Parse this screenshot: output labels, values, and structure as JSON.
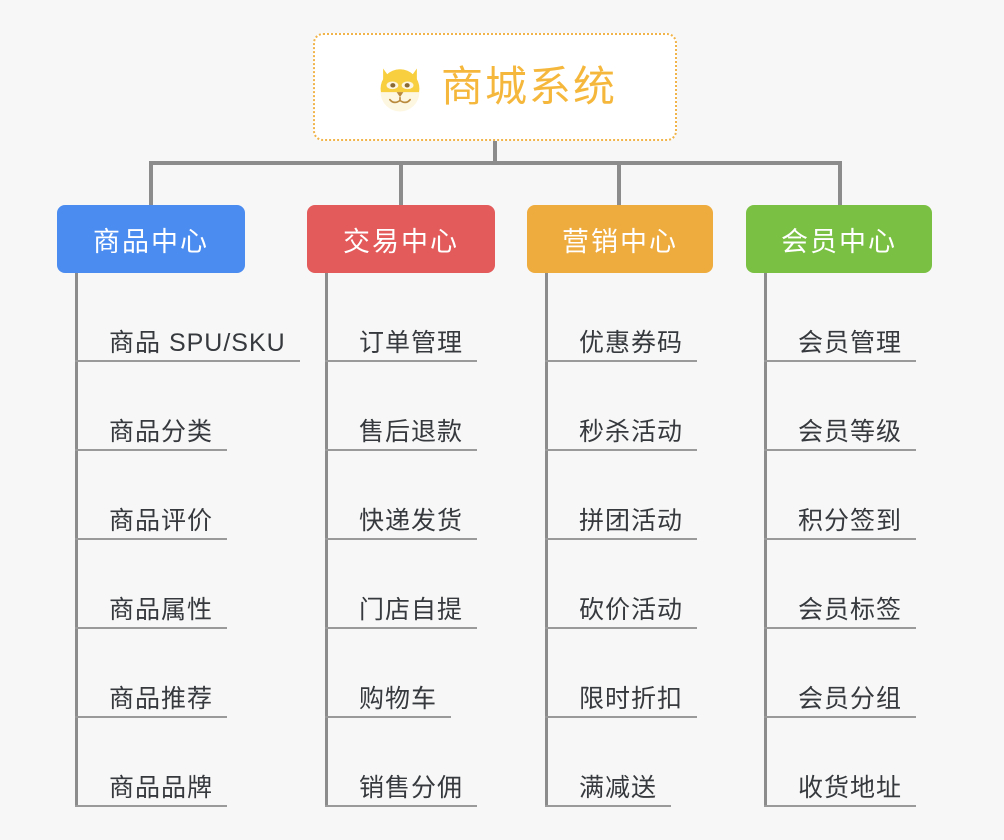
{
  "diagram": {
    "type": "mindmap",
    "background_color": "#f7f7f7",
    "root": {
      "title": "商城系统",
      "icon": "dog-face-emoji",
      "text_color": "#f5b83d",
      "border_color": "#f0b44a"
    },
    "connector_color": "#8c8c8c",
    "categories": [
      {
        "label": "商品中心",
        "color": "#4a8cf0",
        "leaves": [
          "商品 SPU/SKU",
          "商品分类",
          "商品评价",
          "商品属性",
          "商品推荐",
          "商品品牌"
        ]
      },
      {
        "label": "交易中心",
        "color": "#e35b5b",
        "leaves": [
          "订单管理",
          "售后退款",
          "快递发货",
          "门店自提",
          "购物车",
          "销售分佣"
        ]
      },
      {
        "label": "营销中心",
        "color": "#eeab3e",
        "leaves": [
          "优惠券码",
          "秒杀活动",
          "拼团活动",
          "砍价活动",
          "限时折扣",
          "满减送"
        ]
      },
      {
        "label": "会员中心",
        "color": "#7ac143",
        "leaves": [
          "会员管理",
          "会员等级",
          "积分签到",
          "会员标签",
          "会员分组",
          "收货地址"
        ]
      }
    ]
  }
}
